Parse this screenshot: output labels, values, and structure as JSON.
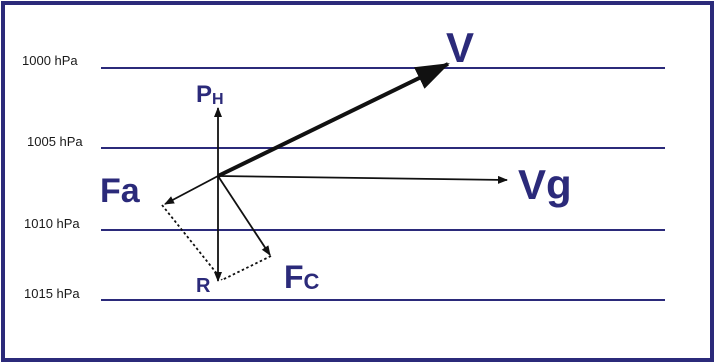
{
  "colors": {
    "frame": "#2b2a7a",
    "isobar": "#2b2a7a",
    "vector": "#111111",
    "label": "#2b2a7a",
    "text": "#1a1a1a"
  },
  "isobars": [
    {
      "label": "1000 hPa"
    },
    {
      "label": "1005 hPa"
    },
    {
      "label": "1010 hPa"
    },
    {
      "label": "1015 hPa"
    }
  ],
  "vectors": {
    "V": {
      "main": "V"
    },
    "Vg": {
      "main": "Vg"
    },
    "PH": {
      "main": "P",
      "sub": "H"
    },
    "Fa": {
      "main": "Fa"
    },
    "Fc": {
      "main": "F",
      "sub": "C"
    },
    "R": {
      "main": "R"
    }
  }
}
